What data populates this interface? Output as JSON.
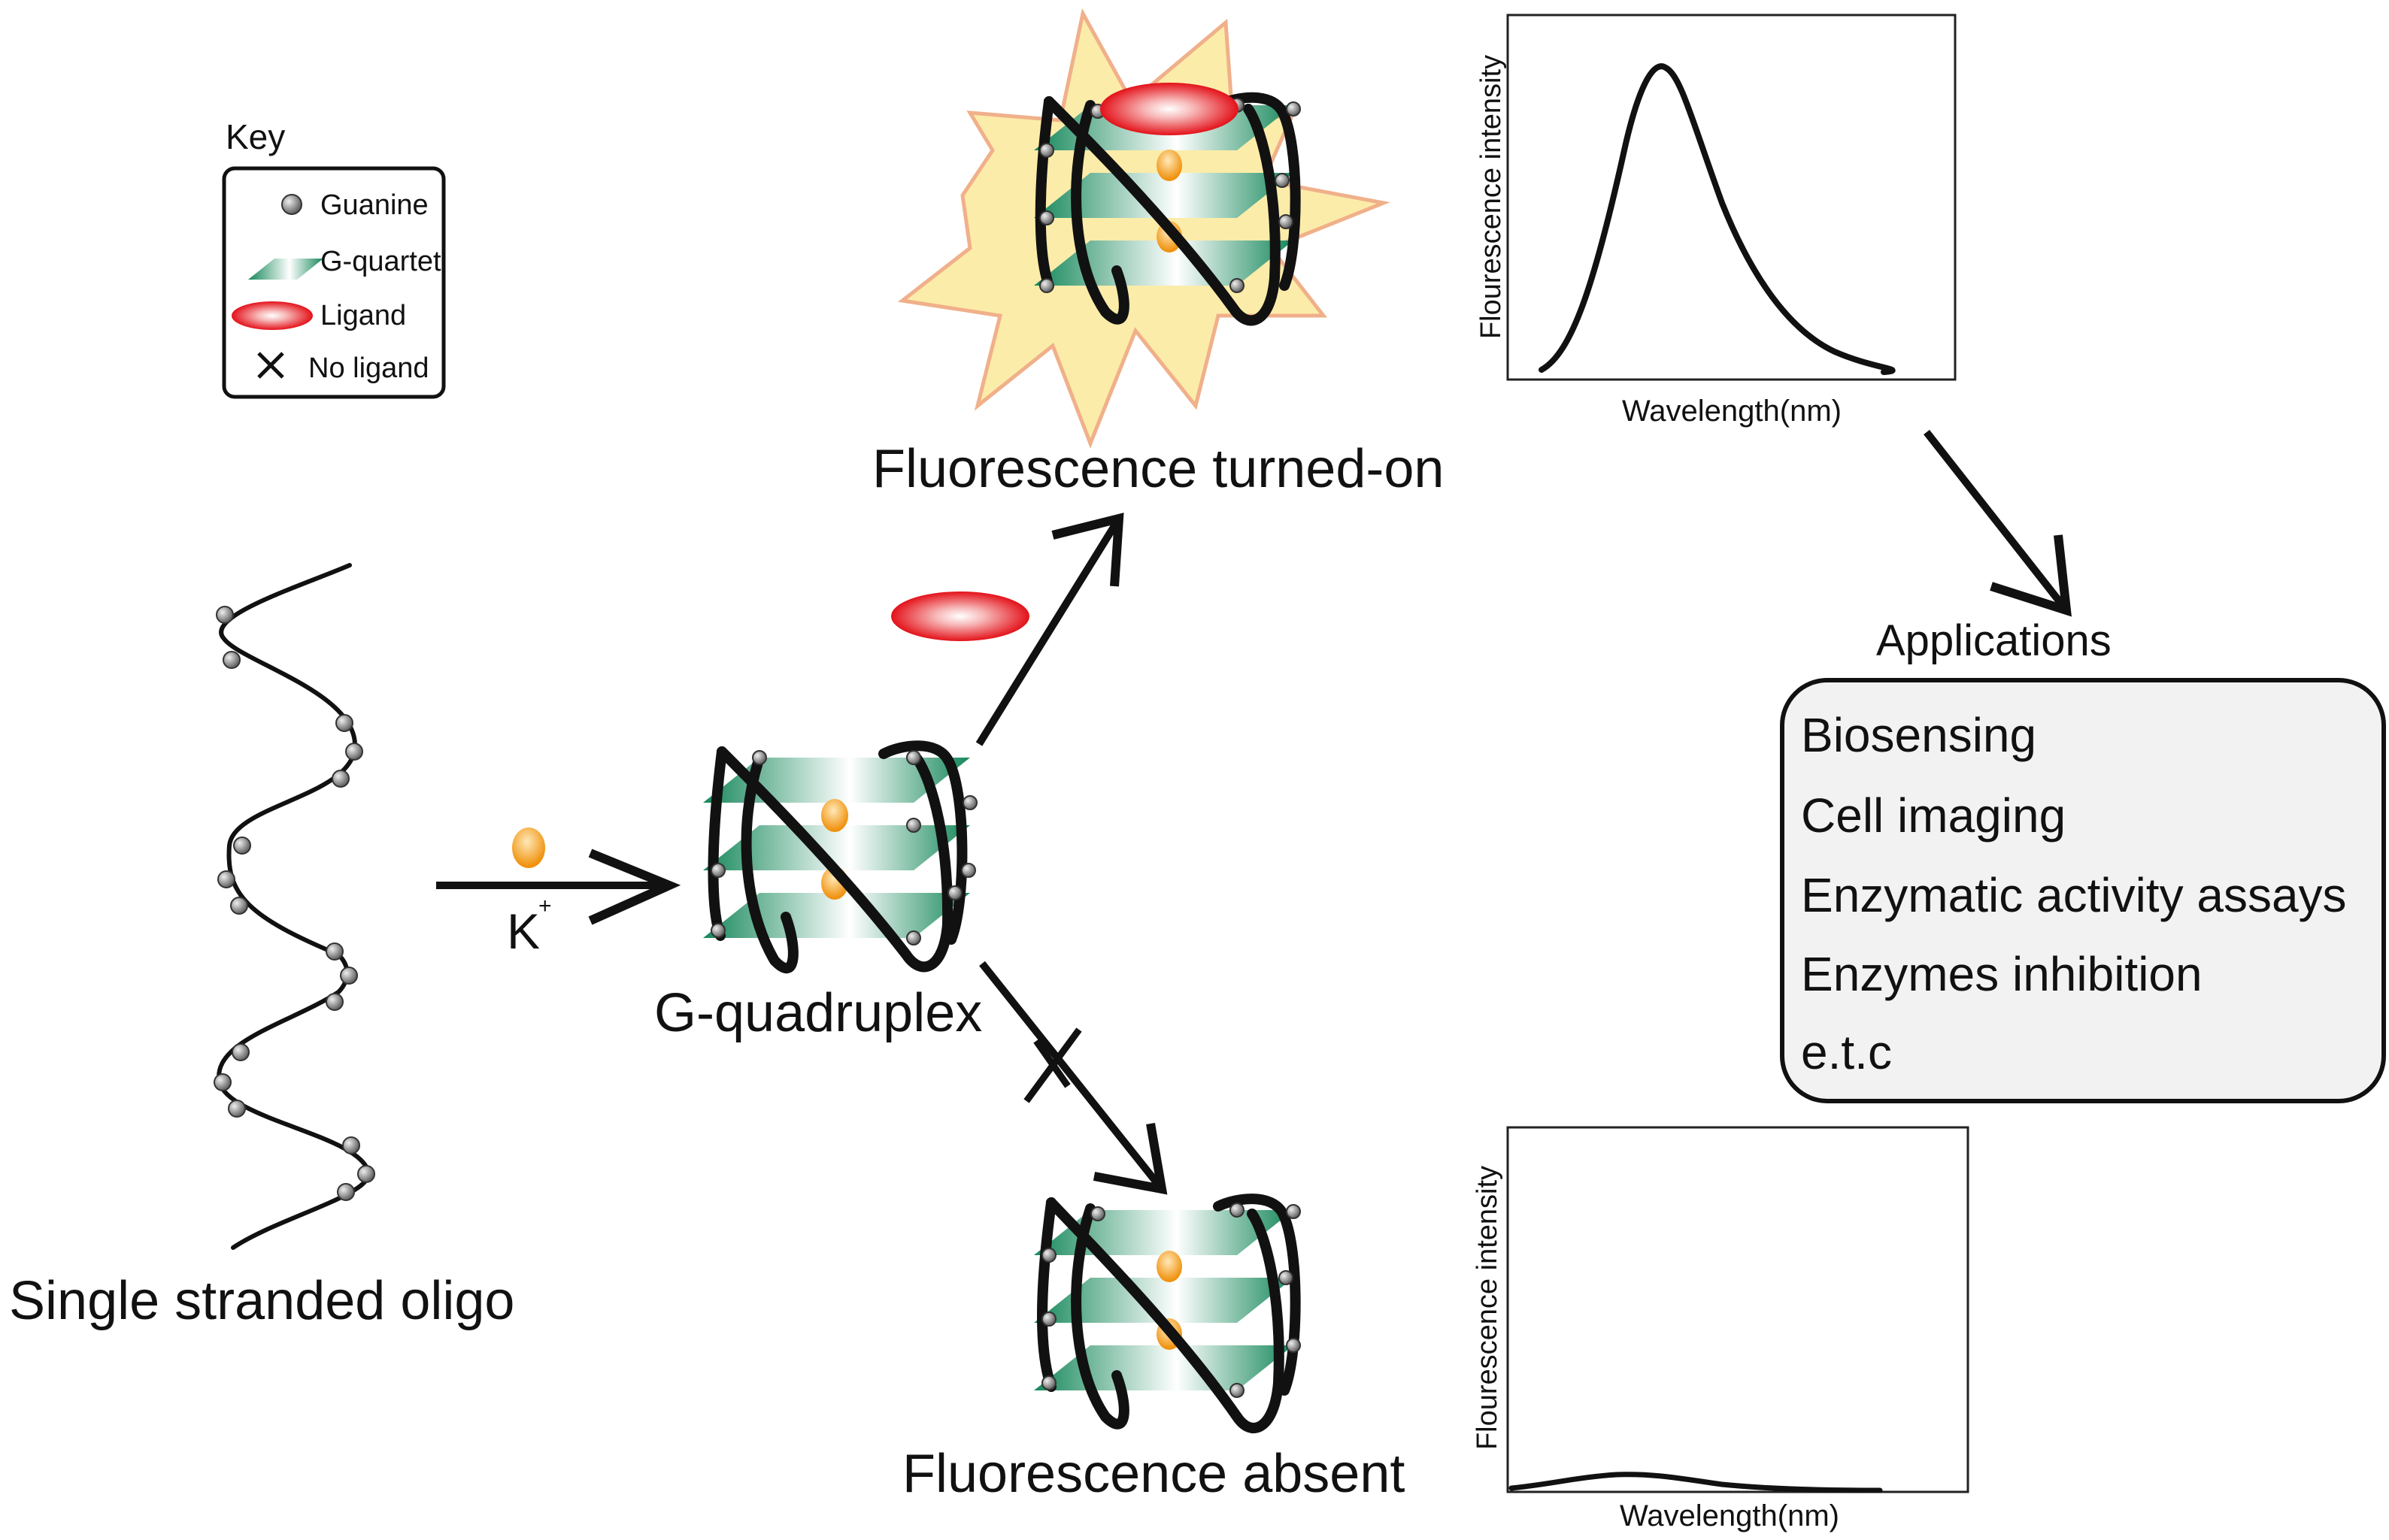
{
  "key": {
    "title": "Key",
    "items": [
      {
        "icon": "guanine-icon",
        "label": "Guanine"
      },
      {
        "icon": "g-quartet-icon",
        "label": "G-quartet"
      },
      {
        "icon": "ligand-icon",
        "label": "Ligand"
      },
      {
        "icon": "no-ligand-icon",
        "label": "No ligand"
      }
    ]
  },
  "labels": {
    "oligo": "Single stranded oligo",
    "potassium": "K",
    "potassium_sup": "+",
    "gq": "G-quadruplex",
    "on": "Fluorescence turned-on",
    "absent": "Fluorescence absent"
  },
  "plots": {
    "on": {
      "ylabel": "Flourescence intensity",
      "xlabel": "Wavelength(nm)"
    },
    "absent": {
      "ylabel": "Flourescence intensity",
      "xlabel": "Wavelength(nm)"
    }
  },
  "applications": {
    "title": "Applications",
    "items": [
      "Biosensing",
      "Cell imaging",
      "Enzymatic activity assays",
      "Enzymes inhibition",
      "e.t.c"
    ]
  },
  "colors": {
    "quartet": "#1f8a5a",
    "ligand": "#e8141b",
    "ion": "#f39a1e",
    "glow": "#fbe99a",
    "glow_edge": "#f0b08a",
    "line": "#111111"
  }
}
